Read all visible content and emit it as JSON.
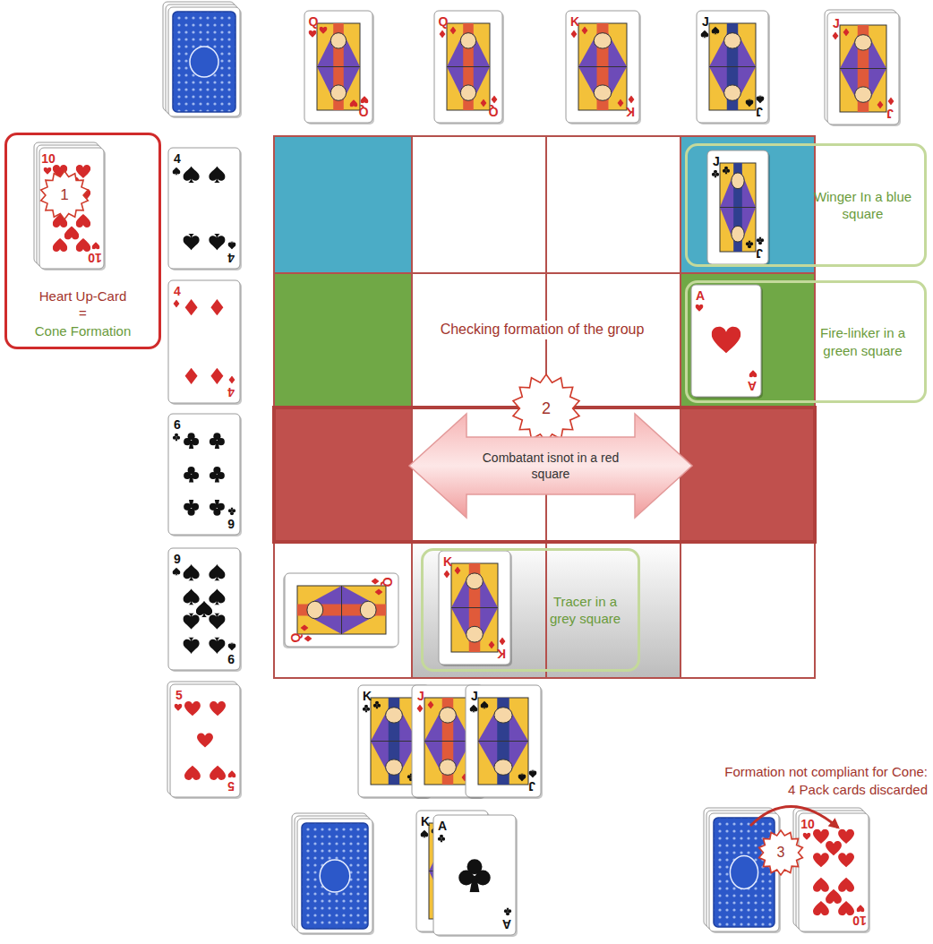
{
  "diagram": {
    "nodes": [
      {
        "text": [
          "Heart Up-Card",
          "=",
          "Cone Formation"
        ]
      },
      {
        "text": [
          "Winger In a blue square"
        ]
      },
      {
        "text": [
          "Fire-linker in a green square"
        ]
      },
      {
        "text": [
          "Combatant isnot in a red square"
        ]
      },
      {
        "text": [
          "Tracer in a grey square"
        ]
      }
    ],
    "labels": [
      "1",
      "Checking formation of the group",
      "2",
      "Formation not compliant for Cone: 4 Pack cards discarded",
      "3",
      "Q",
      "Q",
      "Q",
      "Q",
      "K",
      "K",
      "J",
      "J",
      "J",
      "J",
      "4",
      "4",
      "4",
      "4",
      "6",
      "6",
      "9",
      "9",
      "5",
      "5",
      "10",
      "10",
      "J",
      "J",
      "A",
      "A",
      "Q",
      "Q",
      "K",
      "K",
      "K",
      "J",
      "J",
      "J",
      "K",
      "A",
      "A",
      "10",
      "10"
    ]
  }
}
